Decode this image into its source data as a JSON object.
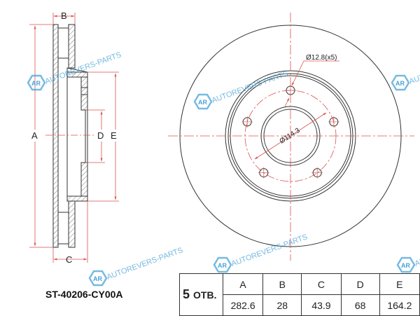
{
  "part_number": "ST-40206-CY00A",
  "side_view_labels": {
    "A": "A",
    "B": "B",
    "C": "C",
    "D": "D",
    "E": "E"
  },
  "front_view": {
    "bolt_hole_label": "Ø12.8(x5)",
    "pcd_label": "Ø114.3"
  },
  "watermark": {
    "text": "AUTOREVERS-PARTS",
    "logo": "AR"
  },
  "table": {
    "holes_number": "5",
    "holes_suffix": "ОТВ.",
    "headers": [
      "A",
      "B",
      "C",
      "D",
      "E"
    ],
    "values": [
      "282.6",
      "28",
      "43.9",
      "68",
      "164.2"
    ]
  },
  "colors": {
    "dimension": "#d9534f",
    "outline": "#333333",
    "watermark": "#4aa3d8"
  }
}
